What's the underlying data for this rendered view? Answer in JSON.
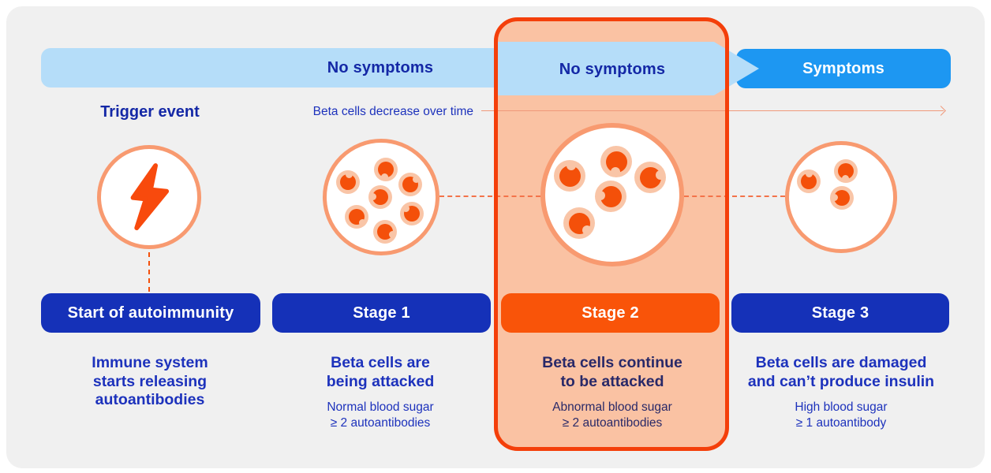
{
  "banner": {
    "segments": [
      {
        "label": "No symptoms",
        "style": "light"
      },
      {
        "label": "No symptoms",
        "style": "light"
      },
      {
        "label": "Symptoms",
        "style": "solid"
      }
    ]
  },
  "timeline": {
    "trigger_label": "Trigger event",
    "decrease_label": "Beta cells decrease over time"
  },
  "stages": [
    {
      "pill": "Start of autoimmunity",
      "heading": "Immune system\nstarts releasing\nautoantibodies",
      "sub": "",
      "icon": "lightning-bolt-icon",
      "beta_cells": 0,
      "highlighted": false
    },
    {
      "pill": "Stage 1",
      "heading": "Beta cells are\nbeing attacked",
      "sub": "Normal blood sugar\n≥ 2 autoantibodies",
      "beta_cells": 7,
      "highlighted": false
    },
    {
      "pill": "Stage 2",
      "heading": "Beta cells continue\nto be attacked",
      "sub": "Abnormal blood sugar\n≥ 2 autoantibodies",
      "beta_cells": 5,
      "highlighted": true
    },
    {
      "pill": "Stage 3",
      "heading": "Beta cells are damaged\nand can’t produce insulin",
      "sub": "High blood sugar\n≥ 1 autoantibody",
      "beta_cells": 3,
      "highlighted": false
    }
  ],
  "colors": {
    "panel_gray": "#F0F0F0",
    "band_light_blue": "#B5DDF9",
    "symptoms_blue": "#1D97F2",
    "band_text_navy": "#1428A6",
    "pill_blue": "#1531B8",
    "pill_orange": "#F95409",
    "highlight_border_orange": "#F43F0A",
    "highlight_fill_peach": "#FAC2A3",
    "text_blue": "#1D32BC",
    "text_navy": "#292968",
    "circle_border": "#F89A70",
    "cell_ring": "#F9C5A7",
    "cell_core": "#F4500A",
    "bolt_orange": "#F84A0D",
    "dash_orange": "#F3734A",
    "timeline_line": "#F0997A"
  }
}
